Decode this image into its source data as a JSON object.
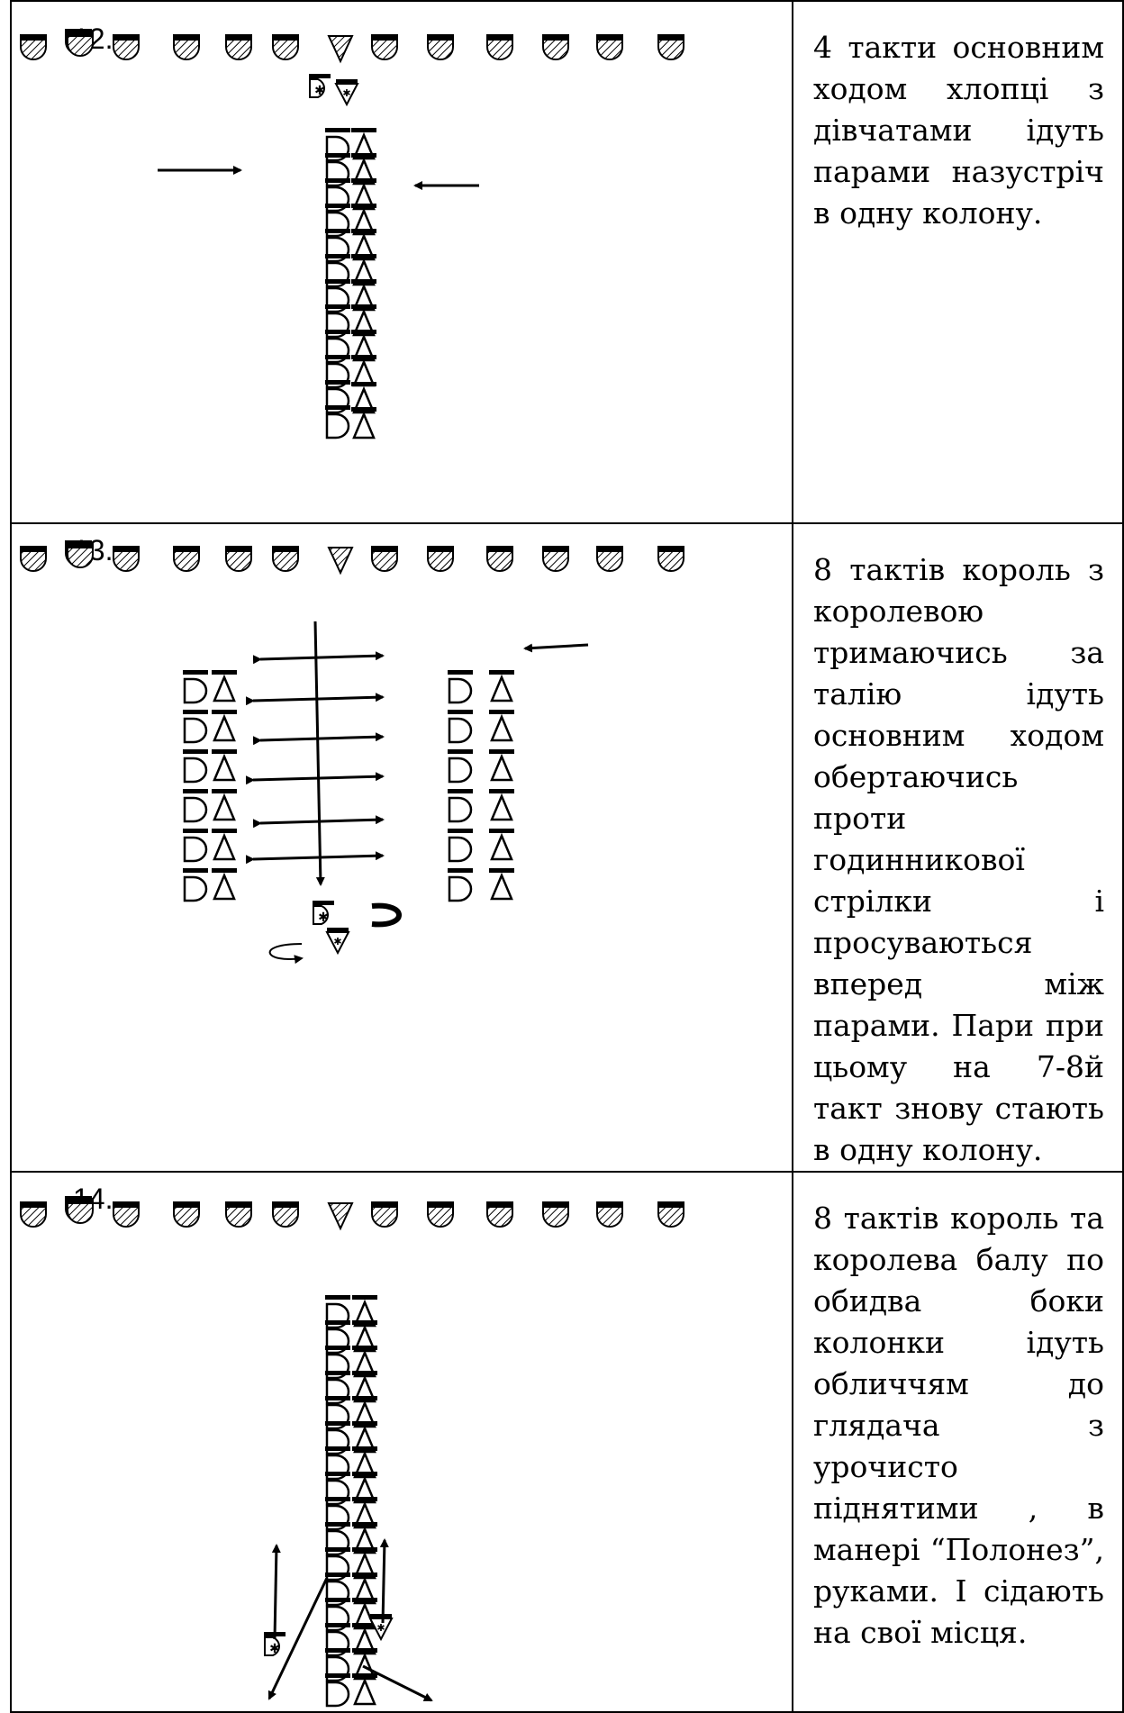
{
  "rows": [
    {
      "number": "12.",
      "text": "4 такти основним ходом хлопці з дівчатами ідуть парами назустріч в одну колону."
    },
    {
      "number": "13.",
      "text": "8 тактів король з королевою тримаючись за талію ідуть основним ходом обертаючись проти годинникової стрілки і просуваються вперед між парами. Пари при цьому на 7-8й такт знову стають в одну колону."
    },
    {
      "number": "14.",
      "text": "8 тактів король та королева балу по обидва боки колонки ідуть обличчям до глядача з урочисто піднятими , в манері “Полонез”, руками. І сідають на свої місця."
    }
  ],
  "symbols": {
    "seated_guest": "hatched-half-circle-icon",
    "seated_queen": "hatched-down-triangle-icon",
    "boy": "half-circle-icon",
    "girl": "triangle-icon",
    "king": "king-star-icon",
    "queen": "queen-star-icon"
  }
}
